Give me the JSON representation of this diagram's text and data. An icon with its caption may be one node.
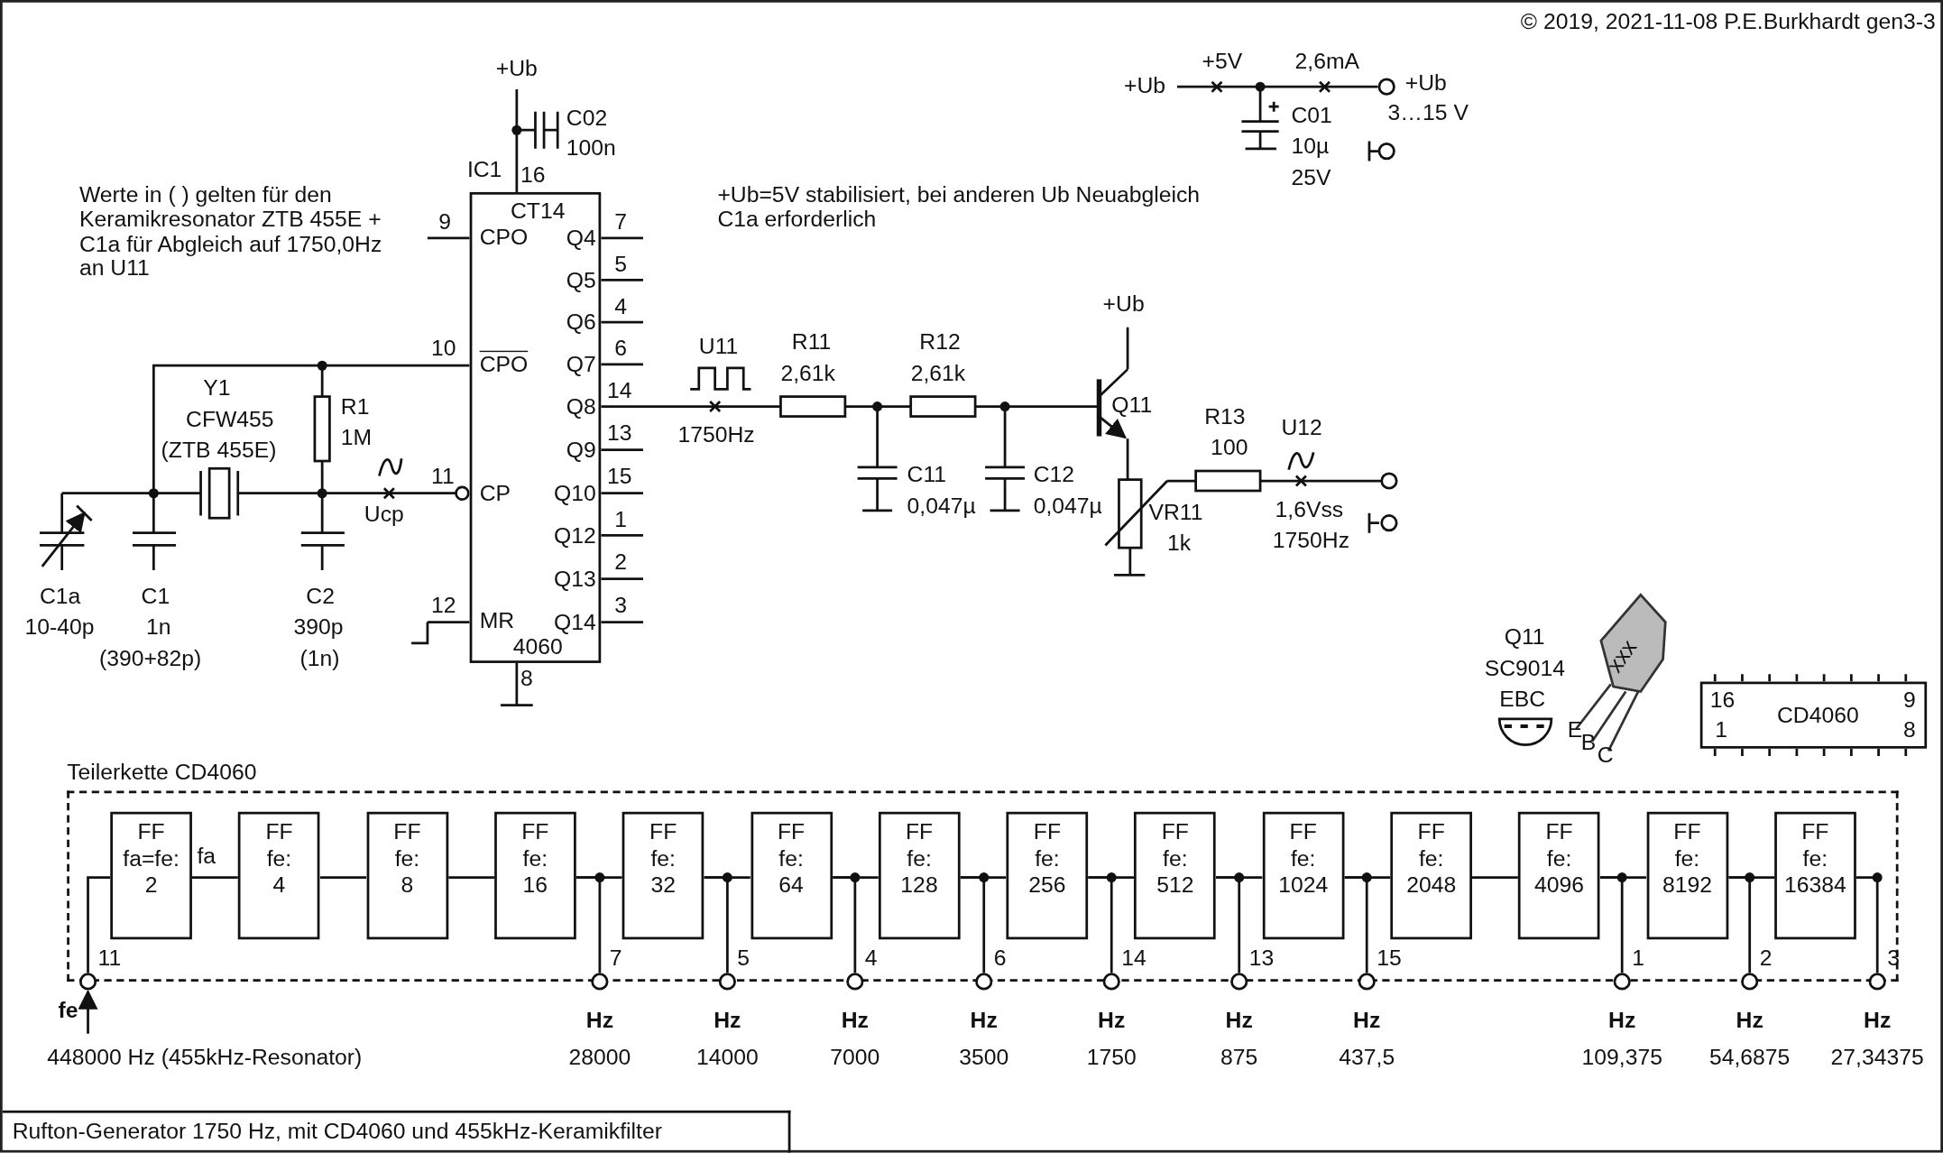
{
  "diagram": {
    "caption": "Rufton-Generator 1750 Hz, mit CD4060 und 455kHz-Keramikfilter",
    "nodes": [
      {
        "text": [
          "CT14",
          "CPO",
          "CPO",
          "CP",
          "MR",
          "Q4",
          "Q5",
          "Q6",
          "Q7",
          "Q8",
          "Q9",
          "Q10",
          "Q12",
          "Q13",
          "Q14",
          "4060"
        ],
        "beside": [
          "IC1",
          "16",
          "9",
          "10",
          "11",
          "12",
          "7",
          "5",
          "4",
          "6",
          "14",
          "13",
          "15",
          "1",
          "2",
          "3",
          "8"
        ]
      },
      {
        "text": [
          "16",
          "1",
          "CD4060",
          "9",
          "8"
        ]
      },
      {
        "text": [
          "Teilerkette CD4060"
        ]
      },
      {
        "text": [
          "FF",
          "fa=fe: 2"
        ],
        "in": 2
      },
      {
        "text": [
          "FF",
          "fe: 4"
        ],
        "in": 2
      },
      {
        "text": [
          "FF",
          "fe: 8"
        ],
        "in": 2
      },
      {
        "text": [
          "FF",
          "fe: 16"
        ],
        "in": 2
      },
      {
        "text": [
          "FF",
          "fe: 32"
        ],
        "in": 2
      },
      {
        "text": [
          "FF",
          "fe: 64"
        ],
        "in": 2
      },
      {
        "text": [
          "FF",
          "fe: 128"
        ],
        "in": 2
      },
      {
        "text": [
          "FF",
          "fe: 256"
        ],
        "in": 2
      },
      {
        "text": [
          "FF",
          "fe: 512"
        ],
        "in": 2
      },
      {
        "text": [
          "FF",
          "fe: 1024"
        ],
        "in": 2
      },
      {
        "text": [
          "FF",
          "fe: 2048"
        ],
        "in": 2
      },
      {
        "text": [
          "FF",
          "fe: 4096"
        ],
        "in": 2
      },
      {
        "text": [
          "FF",
          "fe: 8192"
        ],
        "in": 2
      },
      {
        "text": [
          "FF",
          "fe: 16384"
        ],
        "in": 2
      },
      {
        "text": [],
        "shape": "circle",
        "beside": [
          "11",
          "fe",
          "448000 Hz (455kHz-Resonator)"
        ]
      },
      {
        "text": [],
        "shape": "circle",
        "beside": [
          "7",
          "Hz",
          "28000"
        ]
      },
      {
        "text": [],
        "shape": "circle",
        "beside": [
          "5",
          "Hz",
          "14000"
        ]
      },
      {
        "text": [],
        "shape": "circle",
        "beside": [
          "4",
          "Hz",
          "7000"
        ]
      },
      {
        "text": [],
        "shape": "circle",
        "beside": [
          "6",
          "Hz",
          "3500"
        ]
      },
      {
        "text": [],
        "shape": "circle",
        "beside": [
          "14",
          "Hz",
          "1750"
        ]
      },
      {
        "text": [],
        "shape": "circle",
        "beside": [
          "13",
          "Hz",
          "875"
        ]
      },
      {
        "text": [],
        "shape": "circle",
        "beside": [
          "15",
          "Hz",
          "437,5"
        ]
      },
      {
        "text": [],
        "shape": "circle",
        "beside": [
          "1",
          "Hz",
          "109,375"
        ]
      },
      {
        "text": [],
        "shape": "circle",
        "beside": [
          "2",
          "Hz",
          "54,6875"
        ]
      },
      {
        "text": [],
        "shape": "circle",
        "beside": [
          "3",
          "Hz",
          "27,34375"
        ]
      }
    ],
    "edges": [
      {
        "from": 17,
        "to": 3,
        "arrow": "none"
      },
      {
        "from": 3,
        "to": 4,
        "arrow": "none",
        "label": "fa"
      },
      {
        "from": 4,
        "to": 5,
        "arrow": "none"
      },
      {
        "from": 5,
        "to": 6,
        "arrow": "none"
      },
      {
        "from": 6,
        "to": 7,
        "arrow": "none"
      },
      {
        "from": 7,
        "to": 8,
        "arrow": "none"
      },
      {
        "from": 8,
        "to": 9,
        "arrow": "none"
      },
      {
        "from": 9,
        "to": 10,
        "arrow": "none"
      },
      {
        "from": 10,
        "to": 11,
        "arrow": "none"
      },
      {
        "from": 11,
        "to": 12,
        "arrow": "none"
      },
      {
        "from": 12,
        "to": 13,
        "arrow": "none"
      },
      {
        "from": 13,
        "to": 14,
        "arrow": "none"
      },
      {
        "from": 14,
        "to": 15,
        "arrow": "none"
      },
      {
        "from": 15,
        "to": 16,
        "arrow": "none"
      },
      {
        "from": 6,
        "to": 18,
        "arrow": "none"
      },
      {
        "from": 7,
        "to": 19,
        "arrow": "none"
      },
      {
        "from": 8,
        "to": 20,
        "arrow": "none"
      },
      {
        "from": 9,
        "to": 21,
        "arrow": "none"
      },
      {
        "from": 10,
        "to": 22,
        "arrow": "none"
      },
      {
        "from": 11,
        "to": 23,
        "arrow": "none"
      },
      {
        "from": 12,
        "to": 24,
        "arrow": "none"
      },
      {
        "from": 14,
        "to": 25,
        "arrow": "none"
      },
      {
        "from": 15,
        "to": 26,
        "arrow": "none"
      },
      {
        "from": 16,
        "to": 27,
        "arrow": "none"
      },
      {
        "from": null,
        "to": 17,
        "arrow": "to"
      }
    ],
    "labels": [
      "© 2019, 2021-11-08 P.E.Burkhardt gen3-3",
      "+Ub",
      "+5V",
      "2,6mA",
      "+Ub",
      "+Ub",
      "C02",
      "C01",
      "3…15 V",
      "100n",
      "10µ",
      "25V",
      "Werte in ( ) gelten für den Keramikresonator ZTB 455E + C1a für Abgleich auf 1750,0Hz an U11",
      "+Ub=5V stabilisiert, bei anderen Ub Neuabgleich C1a erforderlich",
      "+Ub",
      "U11",
      "R11",
      "R12",
      "2,61k",
      "2,61k",
      "Y1",
      "R1",
      "Q11",
      "CFW455",
      "R13",
      "1M",
      "1750Hz",
      "U12",
      "(ZTB 455E)",
      "100",
      "C11",
      "C12",
      "Ucp",
      "0,047µ",
      "0,047µ",
      "VR11",
      "1,6Vss",
      "1k",
      "1750Hz",
      "C1a",
      "C1",
      "C2",
      "10-40p",
      "1n",
      "390p",
      "Q11",
      "(390+82p)",
      "(1n)",
      "SC9014",
      "xxx",
      "EBC",
      "E",
      "B",
      "C"
    ]
  }
}
